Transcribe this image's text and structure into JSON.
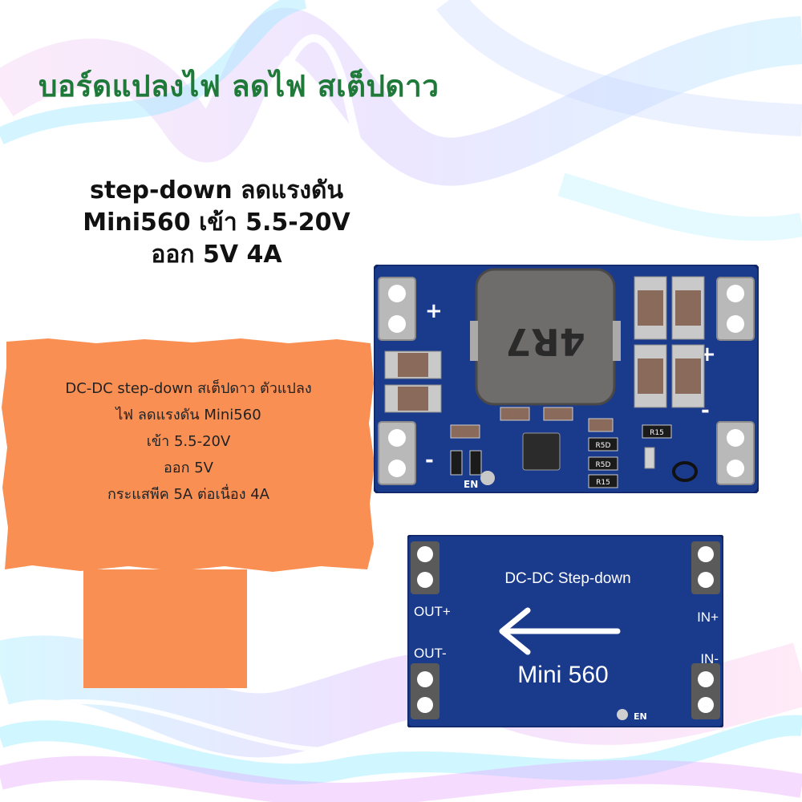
{
  "headline": "บอร์ดแปลงไฟ ลดไฟ สเต็ปดาว",
  "subtitle": [
    "step-down ลดแรงดัน",
    "Mini560 เข้า 5.5-20V",
    "ออก 5V 4A"
  ],
  "info_box": {
    "lines": [
      "DC-DC step-down สเต็ปดาว ตัวแปลง",
      "ไฟ ลดแรงดัน  Mini560",
      "เข้า 5.5-20V",
      "ออก 5V",
      "กระแสพีค 5A ต่อเนื่อง 4A"
    ]
  },
  "board_top": {
    "inductor_code": "4R7",
    "plus_left": "+",
    "minus_left": "-",
    "plus_right": "+",
    "minus_right": "-",
    "en_label": "EN",
    "smd_codes": [
      "R15",
      "R5D",
      "R5D",
      "R15"
    ]
  },
  "board_bottom": {
    "title": "DC-DC Step-down",
    "model": "Mini 560",
    "out_plus": "OUT+",
    "out_minus": "OUT-",
    "in_plus": "IN+",
    "in_minus": "IN-",
    "en_label": "EN"
  },
  "colors": {
    "headline": "#1f7a3a",
    "info_box": "#fa8f54",
    "pcb": "#1a3a8c"
  }
}
